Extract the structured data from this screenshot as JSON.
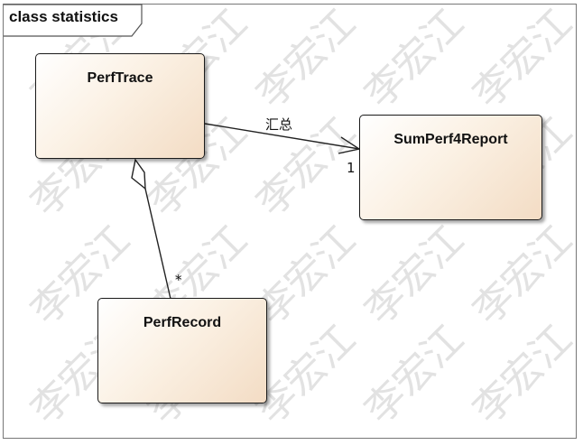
{
  "frame": {
    "title": "class statistics"
  },
  "classes": {
    "perftrace": "PerfTrace",
    "sumperf4report": "SumPerf4Report",
    "perfrecord": "PerfRecord"
  },
  "associations": {
    "summary_label": "汇总",
    "summary_target_multiplicity": "1",
    "record_multiplicity": "*"
  },
  "watermark": {
    "text": "李宏江"
  }
}
